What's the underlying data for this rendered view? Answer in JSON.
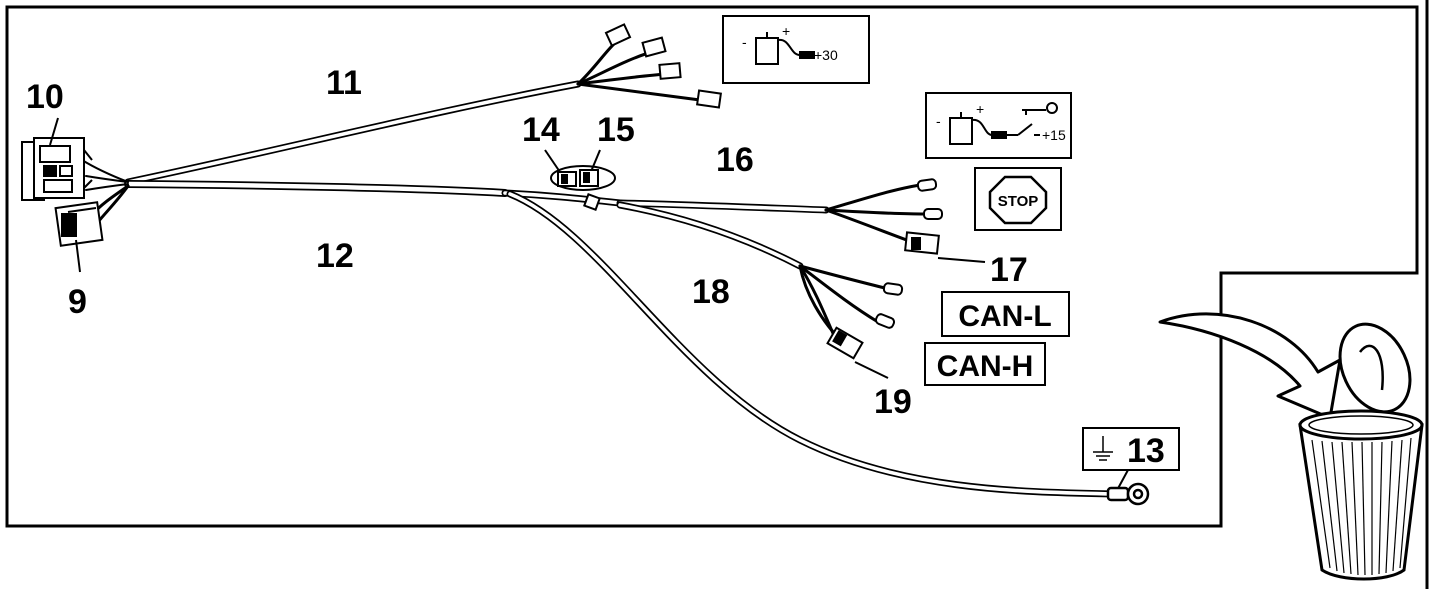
{
  "callouts": {
    "n9": "9",
    "n10": "10",
    "n11": "11",
    "n12": "12",
    "n13": "13",
    "n14": "14",
    "n15": "15",
    "n16": "16",
    "n17": "17",
    "n18": "18",
    "n19": "19"
  },
  "labels": {
    "terminal_30": "+30",
    "terminal_15": "+15",
    "stop": "STOP",
    "can_l": "CAN-L",
    "can_h": "CAN-H",
    "battery_plus": "+",
    "battery_minus": "-"
  },
  "icons": {
    "battery": "battery-icon",
    "key": "ignition-key-icon",
    "ground": "ground-icon",
    "stop": "stop-sign-icon",
    "bin": "trash-bin-icon",
    "arrow": "discard-arrow-icon"
  }
}
